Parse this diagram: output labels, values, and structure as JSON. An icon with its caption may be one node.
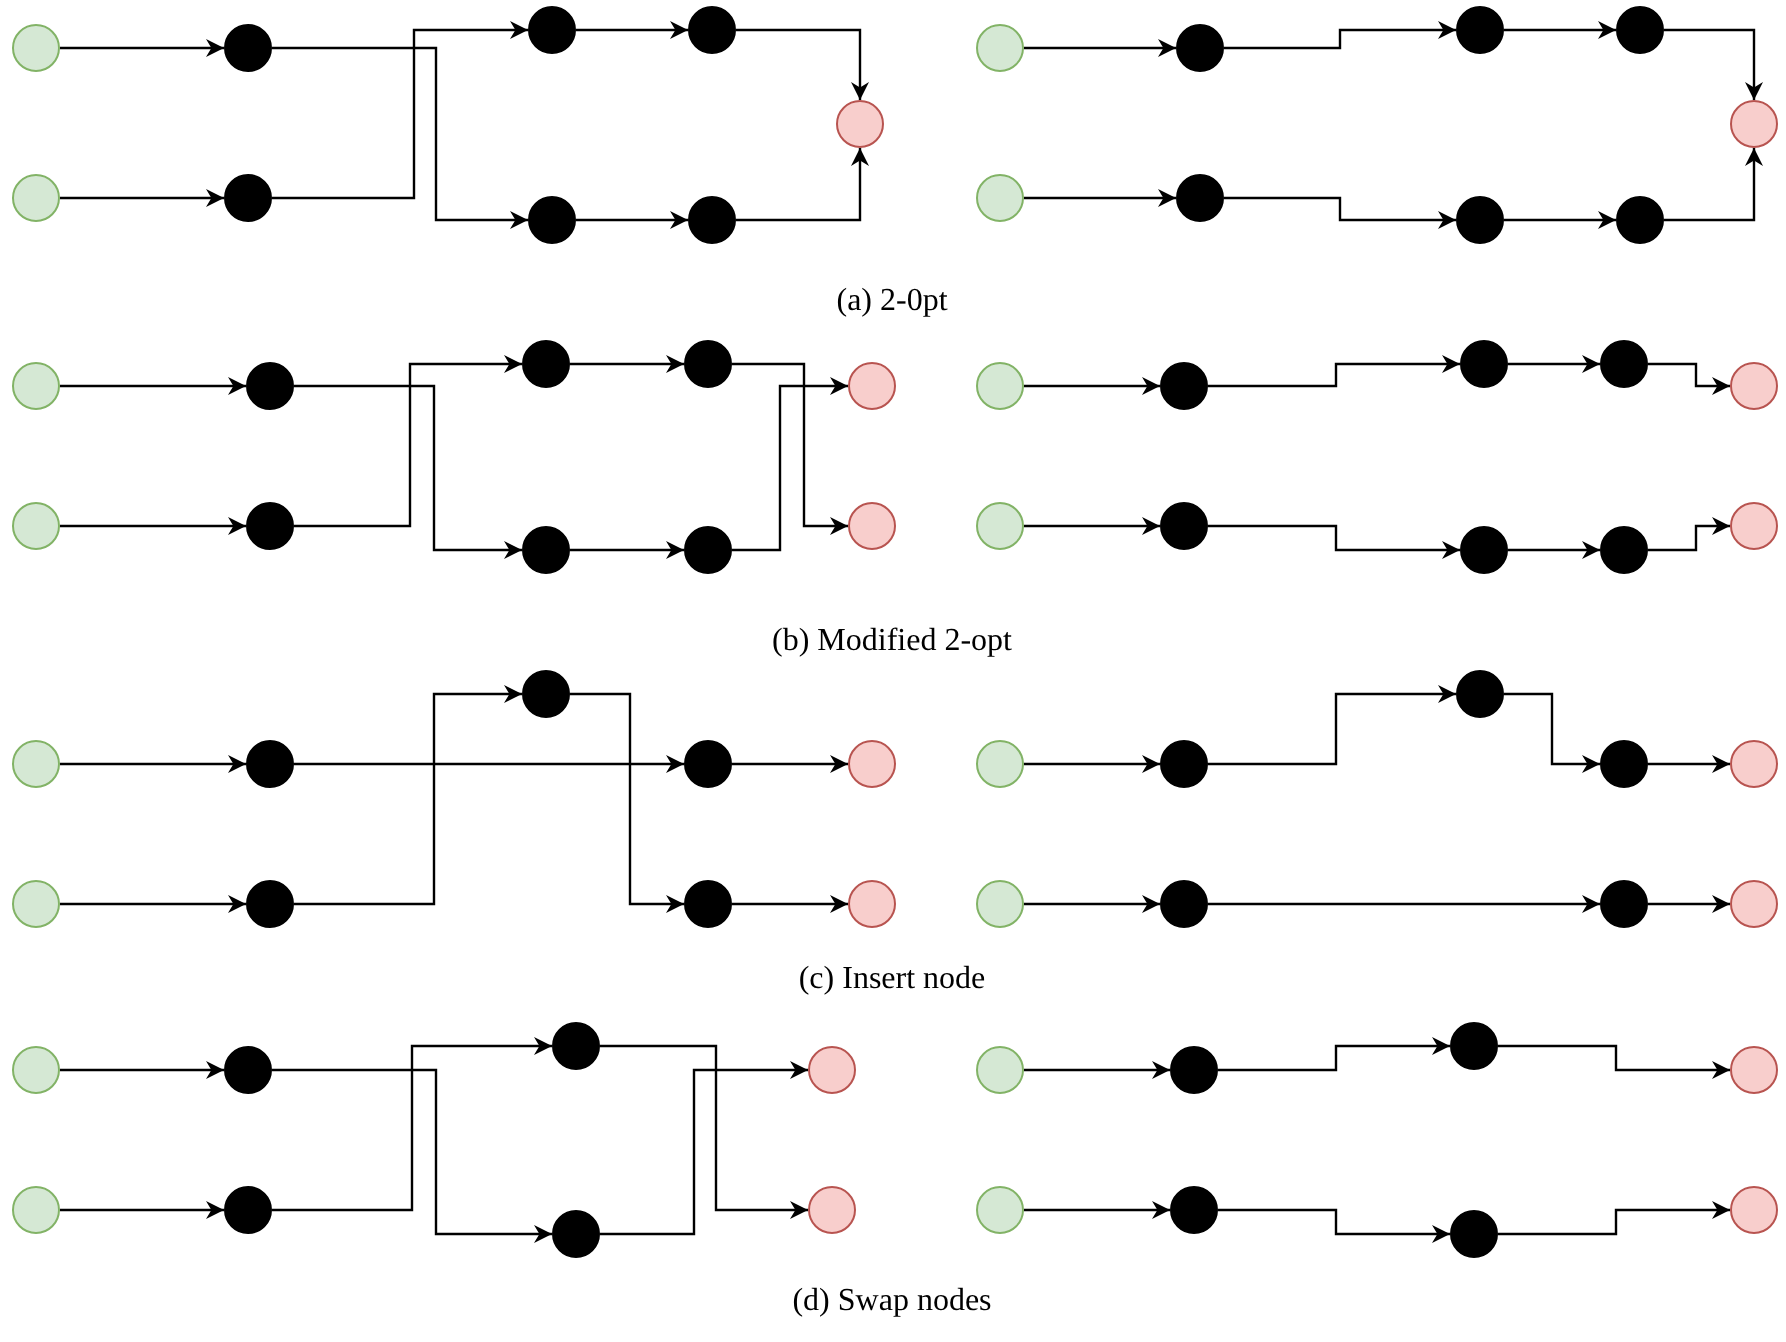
{
  "diagram": {
    "nodes": [
      {
        "text": [],
        "shape": "circle"
      },
      {
        "text": [],
        "shape": "circle"
      },
      {
        "text": [],
        "shape": "circle"
      },
      {
        "text": [],
        "shape": "circle"
      },
      {
        "text": [],
        "shape": "circle"
      },
      {
        "text": [],
        "shape": "circle"
      },
      {
        "text": [],
        "shape": "circle"
      },
      {
        "text": [],
        "shape": "circle"
      },
      {
        "text": [],
        "shape": "circle"
      },
      {
        "text": [],
        "shape": "circle"
      },
      {
        "text": [],
        "shape": "circle"
      },
      {
        "text": [],
        "shape": "circle"
      },
      {
        "text": [],
        "shape": "circle"
      },
      {
        "text": [],
        "shape": "circle"
      },
      {
        "text": [],
        "shape": "circle"
      },
      {
        "text": [],
        "shape": "circle"
      },
      {
        "text": [],
        "shape": "circle"
      },
      {
        "text": [],
        "shape": "circle"
      },
      {
        "text": [],
        "shape": "circle"
      },
      {
        "text": [],
        "shape": "circle"
      },
      {
        "text": [],
        "shape": "circle"
      },
      {
        "text": [],
        "shape": "circle"
      },
      {
        "text": [],
        "shape": "circle"
      },
      {
        "text": [],
        "shape": "circle"
      },
      {
        "text": [],
        "shape": "circle"
      },
      {
        "text": [],
        "shape": "circle"
      },
      {
        "text": [],
        "shape": "circle"
      },
      {
        "text": [],
        "shape": "circle"
      },
      {
        "text": [],
        "shape": "circle"
      },
      {
        "text": [],
        "shape": "circle"
      },
      {
        "text": [],
        "shape": "circle"
      },
      {
        "text": [],
        "shape": "circle"
      },
      {
        "text": [],
        "shape": "circle"
      },
      {
        "text": [],
        "shape": "circle"
      },
      {
        "text": [],
        "shape": "circle"
      },
      {
        "text": [],
        "shape": "circle"
      },
      {
        "text": [],
        "shape": "circle"
      },
      {
        "text": [],
        "shape": "circle"
      },
      {
        "text": [],
        "shape": "circle"
      },
      {
        "text": [],
        "shape": "circle"
      },
      {
        "text": [],
        "shape": "circle"
      },
      {
        "text": [],
        "shape": "circle"
      },
      {
        "text": [],
        "shape": "circle"
      },
      {
        "text": [],
        "shape": "circle"
      },
      {
        "text": [],
        "shape": "circle"
      },
      {
        "text": [],
        "shape": "circle"
      },
      {
        "text": [],
        "shape": "circle"
      },
      {
        "text": [],
        "shape": "circle"
      },
      {
        "text": [],
        "shape": "circle"
      },
      {
        "text": [],
        "shape": "circle"
      },
      {
        "text": [],
        "shape": "circle"
      },
      {
        "text": [],
        "shape": "circle"
      },
      {
        "text": [],
        "shape": "circle"
      },
      {
        "text": [],
        "shape": "circle"
      },
      {
        "text": [],
        "shape": "circle"
      },
      {
        "text": [],
        "shape": "circle"
      },
      {
        "text": [],
        "shape": "circle"
      },
      {
        "text": [],
        "shape": "circle"
      },
      {
        "text": [],
        "shape": "circle"
      },
      {
        "text": [],
        "shape": "circle"
      },
      {
        "text": [],
        "shape": "circle"
      },
      {
        "text": [],
        "shape": "circle"
      },
      {
        "text": [],
        "shape": "circle"
      },
      {
        "text": [],
        "shape": "circle"
      },
      {
        "text": [],
        "shape": "circle"
      },
      {
        "text": [],
        "shape": "circle"
      },
      {
        "text": [],
        "shape": "circle"
      },
      {
        "text": [],
        "shape": "circle"
      },
      {
        "text": [],
        "shape": "circle"
      },
      {
        "text": [],
        "shape": "circle"
      },
      {
        "text": [],
        "shape": "circle"
      },
      {
        "text": [],
        "shape": "circle"
      }
    ],
    "edges": [
      {
        "from": 0,
        "to": 1,
        "arrow": "to"
      },
      {
        "from": 1,
        "to": 7,
        "arrow": "to"
      },
      {
        "from": 2,
        "to": 3,
        "arrow": "to"
      },
      {
        "from": 3,
        "to": 4,
        "arrow": "to"
      },
      {
        "from": 5,
        "to": 6,
        "arrow": "to"
      },
      {
        "from": 6,
        "to": 2,
        "arrow": "to"
      },
      {
        "from": 7,
        "to": 8,
        "arrow": "to"
      },
      {
        "from": 8,
        "to": 4,
        "arrow": "to"
      },
      {
        "from": 9,
        "to": 10,
        "arrow": "to"
      },
      {
        "from": 10,
        "to": 11,
        "arrow": "to"
      },
      {
        "from": 11,
        "to": 12,
        "arrow": "to"
      },
      {
        "from": 12,
        "to": 13,
        "arrow": "to"
      },
      {
        "from": 14,
        "to": 15,
        "arrow": "to"
      },
      {
        "from": 15,
        "to": 16,
        "arrow": "to"
      },
      {
        "from": 16,
        "to": 17,
        "arrow": "to"
      },
      {
        "from": 17,
        "to": 13,
        "arrow": "to"
      },
      {
        "from": 18,
        "to": 19,
        "arrow": "to"
      },
      {
        "from": 19,
        "to": 25,
        "arrow": "to"
      },
      {
        "from": 20,
        "to": 21,
        "arrow": "to"
      },
      {
        "from": 21,
        "to": 27,
        "arrow": "to"
      },
      {
        "from": 23,
        "to": 24,
        "arrow": "to"
      },
      {
        "from": 24,
        "to": 20,
        "arrow": "to"
      },
      {
        "from": 25,
        "to": 26,
        "arrow": "to"
      },
      {
        "from": 26,
        "to": 22,
        "arrow": "to"
      },
      {
        "from": 28,
        "to": 29,
        "arrow": "to"
      },
      {
        "from": 29,
        "to": 30,
        "arrow": "to"
      },
      {
        "from": 30,
        "to": 31,
        "arrow": "to"
      },
      {
        "from": 31,
        "to": 32,
        "arrow": "to"
      },
      {
        "from": 33,
        "to": 34,
        "arrow": "to"
      },
      {
        "from": 34,
        "to": 35,
        "arrow": "to"
      },
      {
        "from": 35,
        "to": 36,
        "arrow": "to"
      },
      {
        "from": 36,
        "to": 37,
        "arrow": "to"
      },
      {
        "from": 38,
        "to": 45,
        "arrow": "to"
      },
      {
        "from": 39,
        "to": 40,
        "arrow": "to"
      },
      {
        "from": 40,
        "to": 41,
        "arrow": "to"
      },
      {
        "from": 41,
        "to": 42,
        "arrow": "to"
      },
      {
        "from": 43,
        "to": 44,
        "arrow": "to"
      },
      {
        "from": 44,
        "to": 38,
        "arrow": "to"
      },
      {
        "from": 45,
        "to": 46,
        "arrow": "to"
      },
      {
        "from": 47,
        "to": 50,
        "arrow": "to"
      },
      {
        "from": 48,
        "to": 49,
        "arrow": "to"
      },
      {
        "from": 49,
        "to": 47,
        "arrow": "to"
      },
      {
        "from": 50,
        "to": 51,
        "arrow": "to"
      },
      {
        "from": 52,
        "to": 53,
        "arrow": "to"
      },
      {
        "from": 53,
        "to": 54,
        "arrow": "to"
      },
      {
        "from": 54,
        "to": 55,
        "arrow": "to"
      },
      {
        "from": 56,
        "to": 62,
        "arrow": "to"
      },
      {
        "from": 57,
        "to": 58,
        "arrow": "to"
      },
      {
        "from": 58,
        "to": 63,
        "arrow": "to"
      },
      {
        "from": 60,
        "to": 61,
        "arrow": "to"
      },
      {
        "from": 61,
        "to": 56,
        "arrow": "to"
      },
      {
        "from": 63,
        "to": 59,
        "arrow": "to"
      },
      {
        "from": 64,
        "to": 67,
        "arrow": "to"
      },
      {
        "from": 65,
        "to": 66,
        "arrow": "to"
      },
      {
        "from": 66,
        "to": 64,
        "arrow": "to"
      },
      {
        "from": 68,
        "to": 69,
        "arrow": "to"
      },
      {
        "from": 69,
        "to": 71,
        "arrow": "to"
      },
      {
        "from": 71,
        "to": 70,
        "arrow": "to"
      }
    ],
    "labels": [
      "(a) 2-0pt",
      "(b) Modified 2-opt",
      "(c) Insert node",
      "(d) Swap nodes"
    ]
  }
}
